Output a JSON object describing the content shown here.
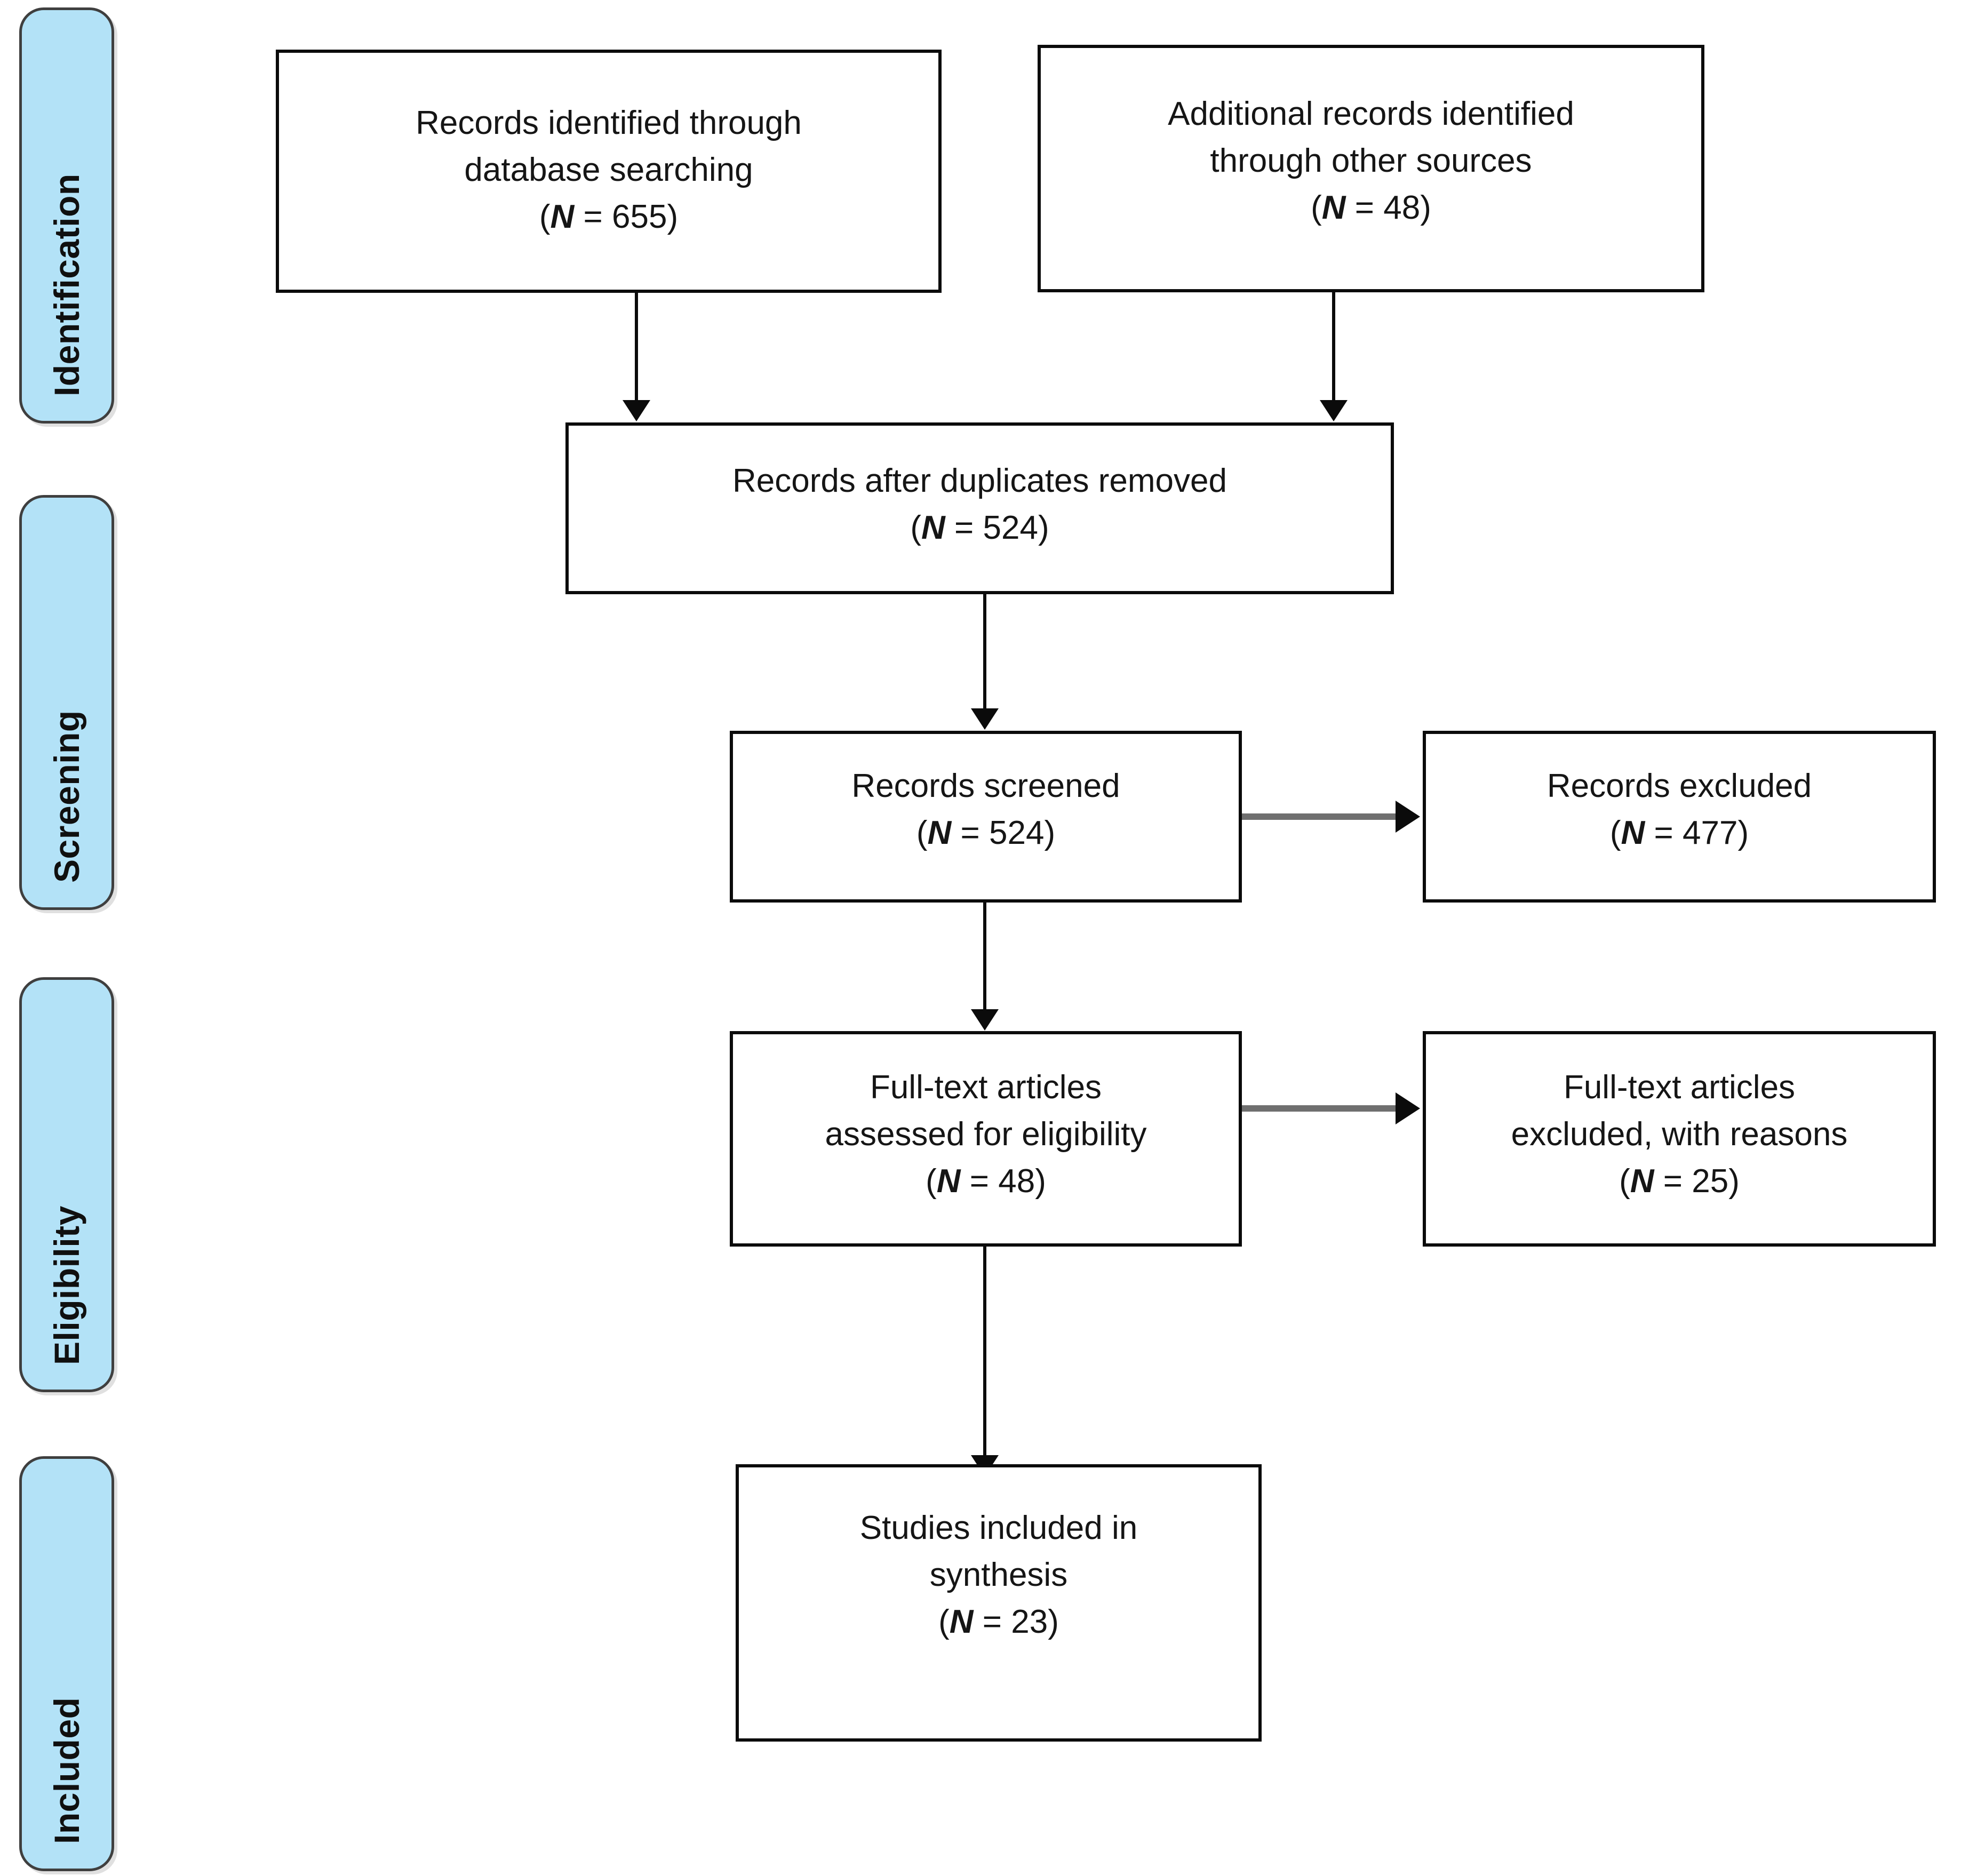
{
  "diagram": {
    "type": "prisma-flow-diagram",
    "accent_color": "#b3e2f7",
    "border_color": "#0b0b0b",
    "arrow_color_vertical": "#0b0b0b",
    "arrow_color_horizontal": "#6f6f6f"
  },
  "stages": [
    {
      "label": "Identification"
    },
    {
      "label": "Screening"
    },
    {
      "label": "Eligibility"
    },
    {
      "label": "Included"
    }
  ],
  "boxes": {
    "db_search": {
      "line1": "Records identified through",
      "line2": "database searching",
      "n_label": "N",
      "n_text": " = 655",
      "count": 655
    },
    "other_sources": {
      "line1": "Additional records identified",
      "line2": "through other sources",
      "n_label": "N",
      "n_text": " = 48",
      "count": 48
    },
    "after_duplicates": {
      "line1": "Records after duplicates removed",
      "line2": "",
      "n_label": "N",
      "n_text": " = 524",
      "count": 524
    },
    "screened": {
      "line1": "Records screened",
      "line2": "",
      "n_label": "N",
      "n_text": " = 524",
      "count": 524
    },
    "excluded": {
      "line1": "Records excluded",
      "line2": "",
      "n_label": "N",
      "n_text": " = 477",
      "count": 477
    },
    "eligibility_assessed": {
      "line1": "Full-text articles",
      "line2": "assessed for eligibility",
      "n_label": "N",
      "n_text": " = 48",
      "count": 48
    },
    "eligibility_excluded": {
      "line1": "Full-text articles",
      "line2": "excluded, with reasons",
      "n_label": "N",
      "n_text": " = 25",
      "count": 25
    },
    "included": {
      "line1": "Studies included in",
      "line2": "synthesis",
      "n_label": "N",
      "n_text": " = 23",
      "count": 23
    }
  }
}
